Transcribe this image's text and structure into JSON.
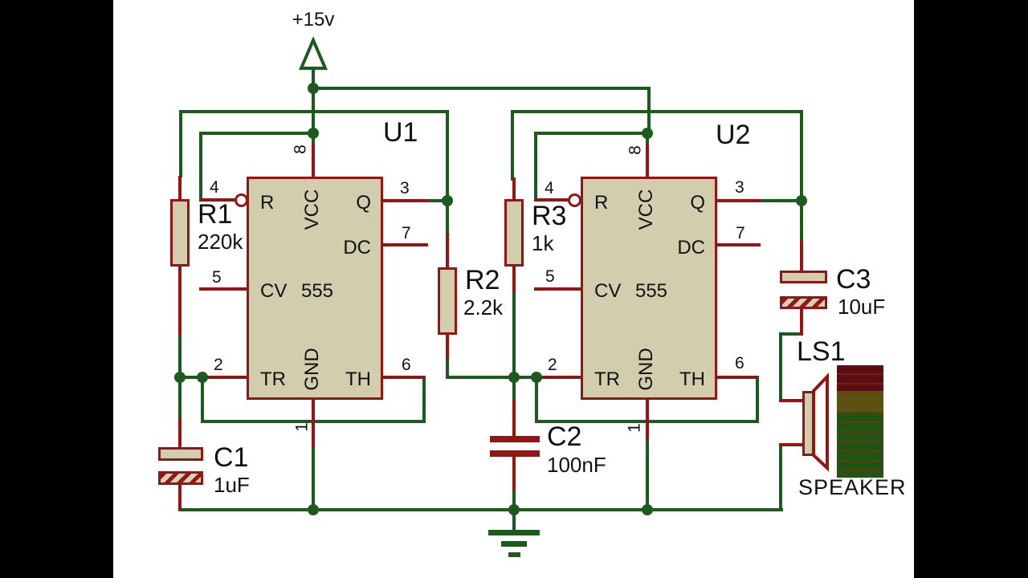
{
  "power": {
    "label": "+15v"
  },
  "ics": [
    {
      "ref": "U1",
      "part": "555",
      "pins": {
        "reset": {
          "name": "R",
          "num": "4"
        },
        "vcc": {
          "name": "VCC",
          "num": "8"
        },
        "output": {
          "name": "Q",
          "num": "3"
        },
        "discharge": {
          "name": "DC",
          "num": "7"
        },
        "control": {
          "name": "CV",
          "num": "5"
        },
        "trigger": {
          "name": "TR",
          "num": "2"
        },
        "threshold": {
          "name": "TH",
          "num": "6"
        },
        "ground": {
          "name": "GND",
          "num": "1"
        }
      }
    },
    {
      "ref": "U2",
      "part": "555",
      "pins": {
        "reset": {
          "name": "R",
          "num": "4"
        },
        "vcc": {
          "name": "VCC",
          "num": "8"
        },
        "output": {
          "name": "Q",
          "num": "3"
        },
        "discharge": {
          "name": "DC",
          "num": "7"
        },
        "control": {
          "name": "CV",
          "num": "5"
        },
        "trigger": {
          "name": "TR",
          "num": "2"
        },
        "threshold": {
          "name": "TH",
          "num": "6"
        },
        "ground": {
          "name": "GND",
          "num": "1"
        }
      }
    }
  ],
  "resistors": [
    {
      "ref": "R1",
      "value": "220k"
    },
    {
      "ref": "R2",
      "value": "2.2k"
    },
    {
      "ref": "R3",
      "value": "1k"
    }
  ],
  "capacitors": [
    {
      "ref": "C1",
      "value": "1uF"
    },
    {
      "ref": "C2",
      "value": "100nF"
    },
    {
      "ref": "C3",
      "value": "10uF"
    }
  ],
  "speaker": {
    "ref": "LS1",
    "caption": "SPEAKER"
  },
  "colors": {
    "wire": "#1d5a1d",
    "component": "#951414",
    "chip_fill": "#d1cdad",
    "canvas": "#ffffff",
    "letterbox": "#000000"
  }
}
